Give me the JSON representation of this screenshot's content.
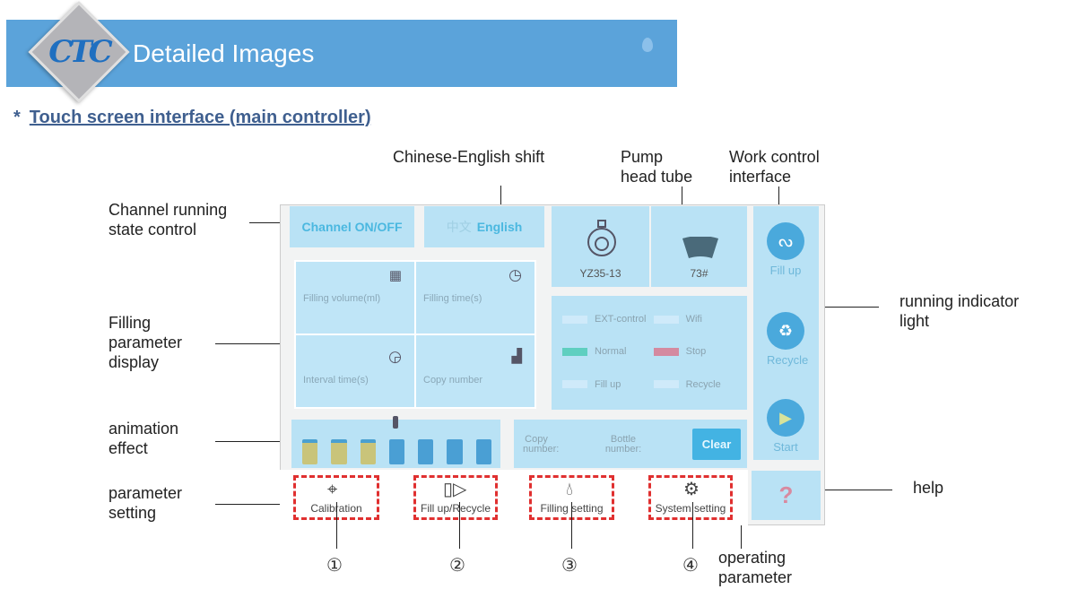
{
  "header": {
    "title": "Detailed Images",
    "logo_text": "CTC"
  },
  "subtitle": {
    "star": "*",
    "text": "Touch screen interface (main controller)"
  },
  "annotations": {
    "cn_en_shift": "Chinese-English shift",
    "pump_head_tube": [
      "Pump",
      "head tube"
    ],
    "work_control": [
      "Work control",
      "interface"
    ],
    "channel_state": [
      "Channel running",
      "state control"
    ],
    "running_light": [
      "running indicator",
      "light"
    ],
    "filling_display": [
      "Filling",
      "parameter",
      "display"
    ],
    "animation": [
      "animation",
      "effect"
    ],
    "param_setting": [
      "parameter",
      "setting"
    ],
    "help": "help",
    "operating": [
      "operating",
      "parameter"
    ],
    "numbers": [
      "①",
      "②",
      "③",
      "④"
    ]
  },
  "screen": {
    "channel_btn": "Channel ON/OFF",
    "lang_cn": "中文",
    "lang_en": "English",
    "pump_model": "YZ35-13",
    "tube": "73#",
    "params": [
      "Filling volume(ml)",
      "Filling time(s)",
      "Interval time(s)",
      "Copy number"
    ],
    "indicators": [
      "EXT-control",
      "Wifi",
      "Normal",
      "Stop",
      "Fill up",
      "Recycle"
    ],
    "copy_number": "Copy number:",
    "bottle_number": "Bottle number:",
    "clear": "Clear",
    "side": [
      "Fill up",
      "Recycle",
      "Start"
    ],
    "help": "?",
    "bottom": [
      "Calibration",
      "Fill up/Recycle",
      "Filling setting",
      "System setting"
    ]
  },
  "colors": {
    "header": "#5ba3da",
    "normal": "#5fcfc0",
    "stop": "#d48aa0",
    "highlight": "#e03030"
  }
}
